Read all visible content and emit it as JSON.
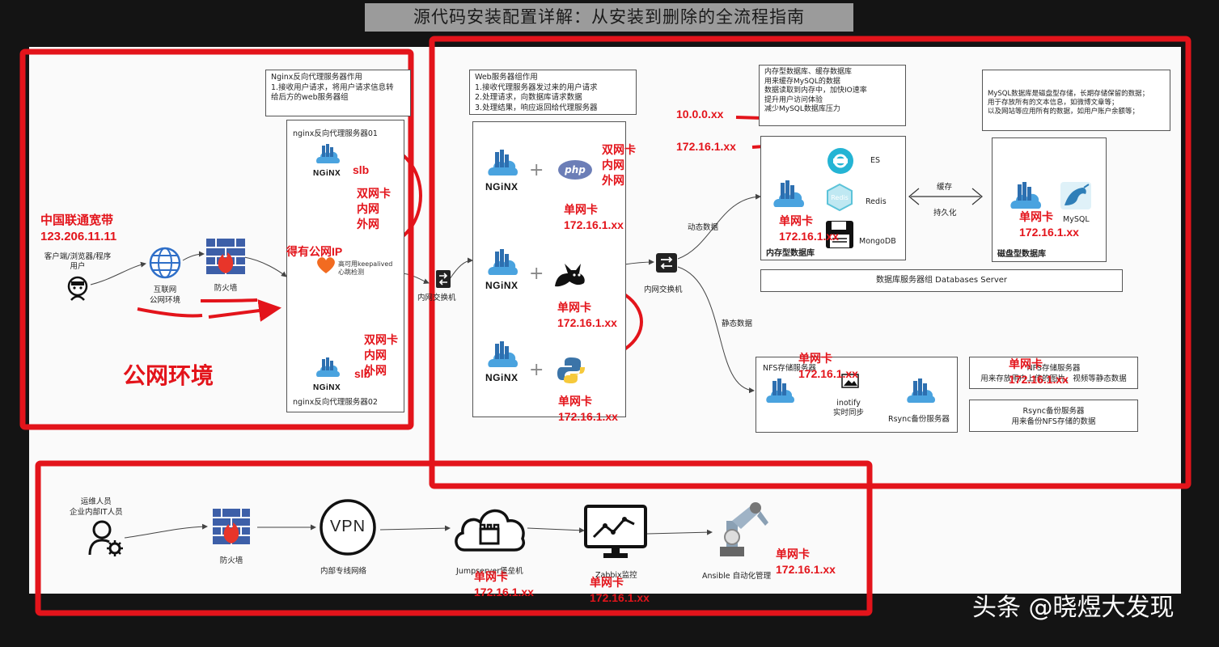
{
  "header": {
    "title": "源代码安装配置详解：从安装到删除的全流程指南"
  },
  "public_zone": {
    "client_label": "客户端/浏览器/程序\n用户",
    "isp": "中国联通宽带",
    "public_ip": "123.206.11.11",
    "internet_label": "互联网\n公网环境",
    "firewall_label": "防火墙",
    "zone_title": "公网环境",
    "nginx_note": "Nginx反向代理服务器作用\n1.接收用户请求，将用户请求信息转\n给后方的web服务器组",
    "proxy01_title": "nginx反向代理服务器01",
    "proxy02_title": "nginx反向代理服务器02",
    "keepalived": "高可用keepalived\n心跳检测",
    "public_ip_note": "得有公网IP",
    "slb1": "slb",
    "slb2": "slb",
    "dual_nic1": "双网卡\n内网\n外网",
    "dual_nic2": "双网卡\n内网\n外网",
    "nginx_logo": "NGiNX",
    "switch1_label": "内网交换机"
  },
  "web_zone": {
    "note": "Web服务器组作用\n1.接收代理服务器发过来的用户请求\n2.处理请求，向数据库请求数据\n3.处理结果，响应返回给代理服务器",
    "nginx_logo": "NGiNX",
    "php_label": "php",
    "dual_nic": "双网卡\n内网\n外网",
    "single_nic_a": "单网卡\n172.16.1.xx",
    "single_nic_b": "单网卡\n172.16.1.xx",
    "single_nic_c": "单网卡\n172.16.1.xx",
    "switch2_label": "内网交换机",
    "dynamic_label": "动态数据",
    "static_label": "静态数据"
  },
  "db_zone": {
    "ip_a": "10.0.0.xx",
    "ip_b": "172.16.1.xx",
    "mem_note": "内存型数据库、缓存数据库\n用来缓存MySQL的数据\n数据读取到内存中，加快IO速率\n提升用户访问体验\n减少MySQL数据库压力",
    "mysql_note": "MySQL数据库是磁盘型存储，长期存储保留的数据；\n用于存放所有的文本信息，如微博文章等；\n以及网站等应用所有的数据，如用户账户余额等；",
    "es": "ES",
    "redis": "Redis",
    "mongodb": "MongoDB",
    "mem_title": "内存型数据库",
    "mem_nic": "单网卡\n172.16.1.xx",
    "cache": "缓存",
    "persist": "持久化",
    "mysql": "MySQL",
    "disk_title": "磁盘型数据库",
    "disk_nic": "单网卡\n172.16.1.xx",
    "db_group": "数据库服务器组 Databases Server"
  },
  "storage_zone": {
    "nfs_title": "NFS存储服务器",
    "nfs_nic": "单网卡\n172.16.1.xx",
    "inotify": "inotify\n实时同步",
    "rsync_label": "Rsync备份服务器",
    "nfs_note": "NFS存储服务器\n用来存放用户上传的图片、视频等静态数据",
    "nfs_note_nic": "单网卡\n172.16.1.xx",
    "rsync_note": "Rsync备份服务器\n用来备份NFS存储的数据"
  },
  "ops_zone": {
    "ops_label": "运维人员\n企业内部IT人员",
    "firewall": "防火墙",
    "vpn": "VPN",
    "vpn_label": "内部专线网络",
    "jumpserver": "Jumpserver堡垒机",
    "jump_nic": "单网卡\n172.16.1.xx",
    "zabbix": "Zabbix监控",
    "zabbix_nic": "单网卡\n172.16.1.xx",
    "ansible": "Ansible 自动化管理",
    "ansible_nic": "单网卡\n172.16.1.xx"
  },
  "watermark": "头条 @晓煜大发现",
  "colors": {
    "annotation_red": "#e3141b",
    "nginx_green": "#009639",
    "firewall_blue": "#3d5fa8",
    "cloud_blue": "#4aa3df"
  }
}
